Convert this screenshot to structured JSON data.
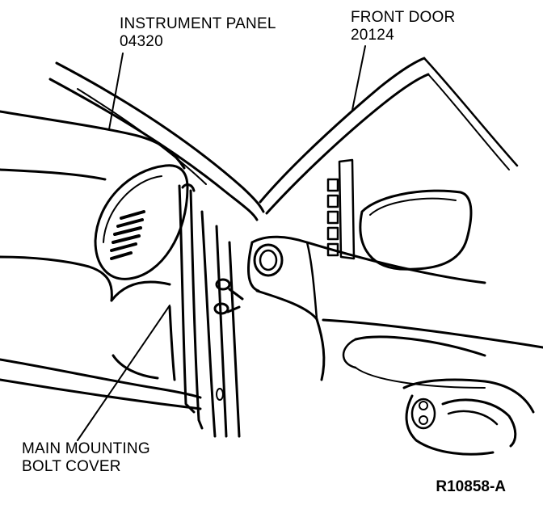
{
  "labels": {
    "instrument_panel": {
      "name": "INSTRUMENT PANEL",
      "part": "04320"
    },
    "front_door": {
      "name": "FRONT DOOR",
      "part": "20124"
    },
    "bolt_cover": {
      "line1": "MAIN MOUNTING",
      "line2": "BOLT COVER"
    }
  },
  "figure_id": "R10858-A",
  "colors": {
    "ink": "#000000",
    "paper": "#ffffff"
  }
}
